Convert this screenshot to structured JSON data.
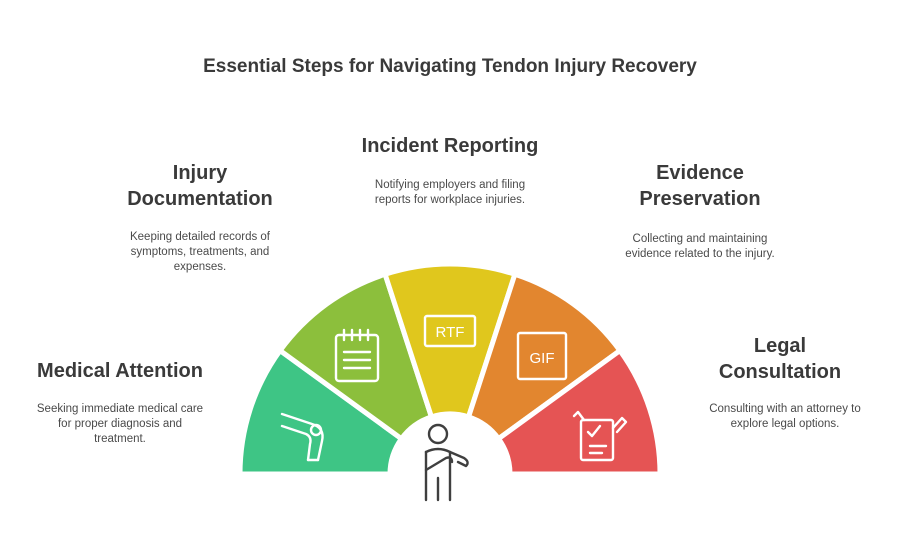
{
  "title": "Essential Steps for Navigating Tendon Injury Recovery",
  "steps": [
    {
      "title": "Medical Attention",
      "description": "Seeking immediate medical care for proper diagnosis and treatment.",
      "color": "#3ec585",
      "icon": "knee-joint-icon"
    },
    {
      "title": "Injury Documentation",
      "description": "Keeping detailed records of symptoms, treatments, and expenses.",
      "color": "#8cbf3c",
      "icon": "notepad-icon"
    },
    {
      "title": "Incident Reporting",
      "description": "Notifying employers and filing reports for workplace injuries.",
      "color": "#e0c71d",
      "icon": "rtf-file-icon",
      "icon_text": "RTF"
    },
    {
      "title": "Evidence Preservation",
      "description": "Collecting and maintaining evidence related to the injury.",
      "color": "#e2862f",
      "icon": "gif-file-icon",
      "icon_text": "GIF"
    },
    {
      "title": "Legal Consultation",
      "description": "Consulting with an attorney to explore legal options.",
      "color": "#e55454",
      "icon": "legal-checklist-icon"
    }
  ],
  "center_icon": "injured-person-icon"
}
